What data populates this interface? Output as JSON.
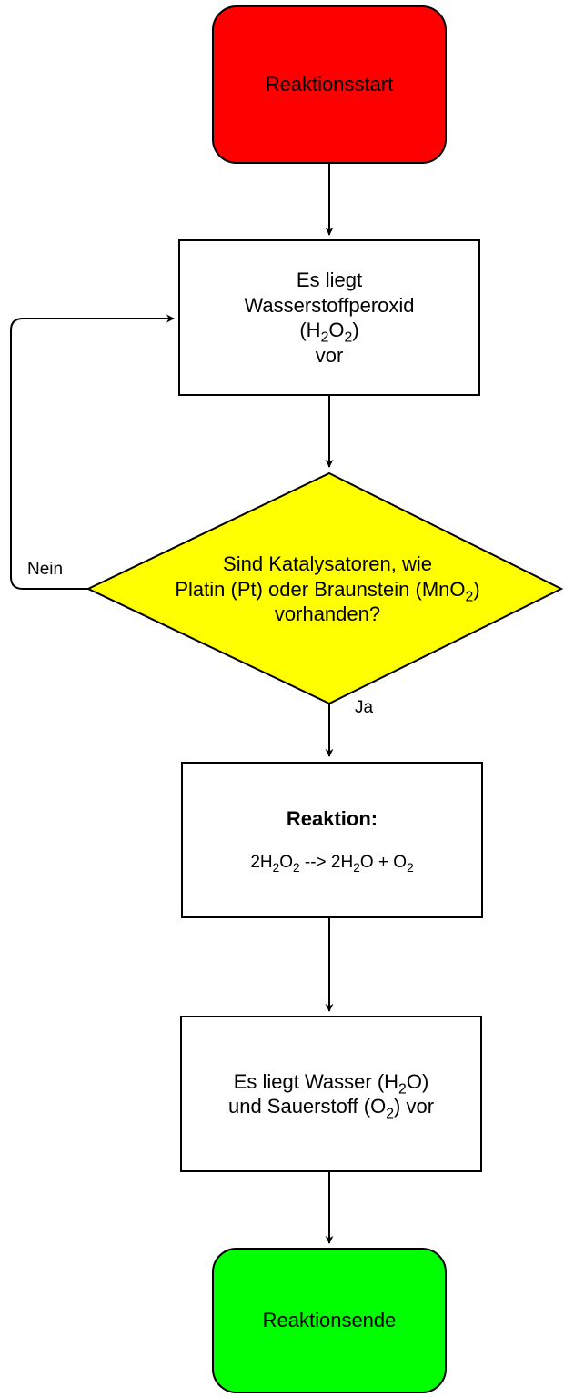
{
  "nodes": {
    "start": {
      "label": "Reaktionsstart",
      "fill": "#ff0000"
    },
    "h2o2": {
      "line1": "Es liegt",
      "line2": "Wasserstoffperoxid",
      "line3_open": "(H",
      "line3_sub1": "2",
      "line3_mid": "O",
      "line3_sub2": "2",
      "line3_close": ")",
      "line4": "vor"
    },
    "decision": {
      "line1": "Sind Katalysatoren, wie",
      "line2_a": "Platin (Pt) oder Braunstein (MnO",
      "line2_sub": "2",
      "line2_b": ")",
      "line3": "vorhanden?",
      "fill": "#ffff00"
    },
    "reaction": {
      "title": "Reaktion:",
      "eq_a": "2H",
      "eq_sub1": "2",
      "eq_b": "O",
      "eq_sub2": "2",
      "eq_c": " --> 2H",
      "eq_sub3": "2",
      "eq_d": "O + O",
      "eq_sub4": "2"
    },
    "products": {
      "l1_a": "Es liegt Wasser (H",
      "l1_sub": "2",
      "l1_b": "O)",
      "l2_a": "und Sauerstoff (O",
      "l2_sub": "2",
      "l2_b": ") vor"
    },
    "end": {
      "label": "Reaktionsende",
      "fill": "#00ff00"
    }
  },
  "edges": {
    "no_label": "Nein",
    "yes_label": "Ja"
  }
}
